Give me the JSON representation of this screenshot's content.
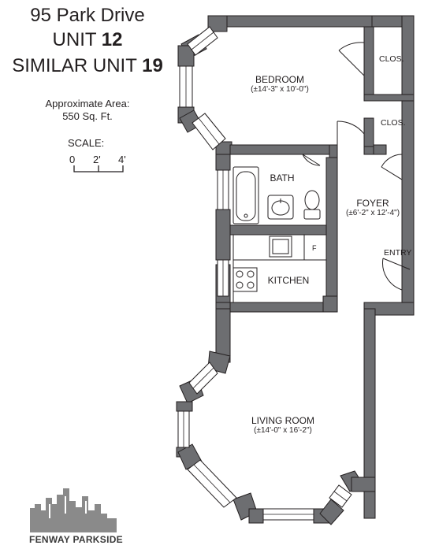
{
  "header": {
    "address": "95 Park Drive",
    "unit_prefix": "UNIT ",
    "unit_number": "12",
    "similar_prefix": "SIMILAR UNIT ",
    "similar_number": "19"
  },
  "area": {
    "label": "Approximate Area:",
    "value": "550 Sq. Ft."
  },
  "scale": {
    "title": "SCALE:",
    "ticks": [
      "0",
      "2'",
      "4'"
    ]
  },
  "rooms": {
    "bedroom": {
      "name": "BEDROOM",
      "dims": "(±14'-3\" x 10'-0\")"
    },
    "closet1": {
      "name": "CLOS."
    },
    "closet2": {
      "name": "CLOS."
    },
    "bath": {
      "name": "BATH"
    },
    "foyer": {
      "name": "FOYER",
      "dims": "(±6'-2\" x 12'-4\")"
    },
    "entry": {
      "name": "ENTRY"
    },
    "kitchen": {
      "name": "KITCHEN"
    },
    "fridge": {
      "name": "F"
    },
    "living": {
      "name": "LIVING ROOM",
      "dims": "(±14'-0\" x 16'-2\")"
    }
  },
  "logo": {
    "text": "FENWAY PARKSIDE"
  },
  "colors": {
    "wall": "#6d6e71",
    "line": "#231f20",
    "logo": "#8a8a8a"
  }
}
